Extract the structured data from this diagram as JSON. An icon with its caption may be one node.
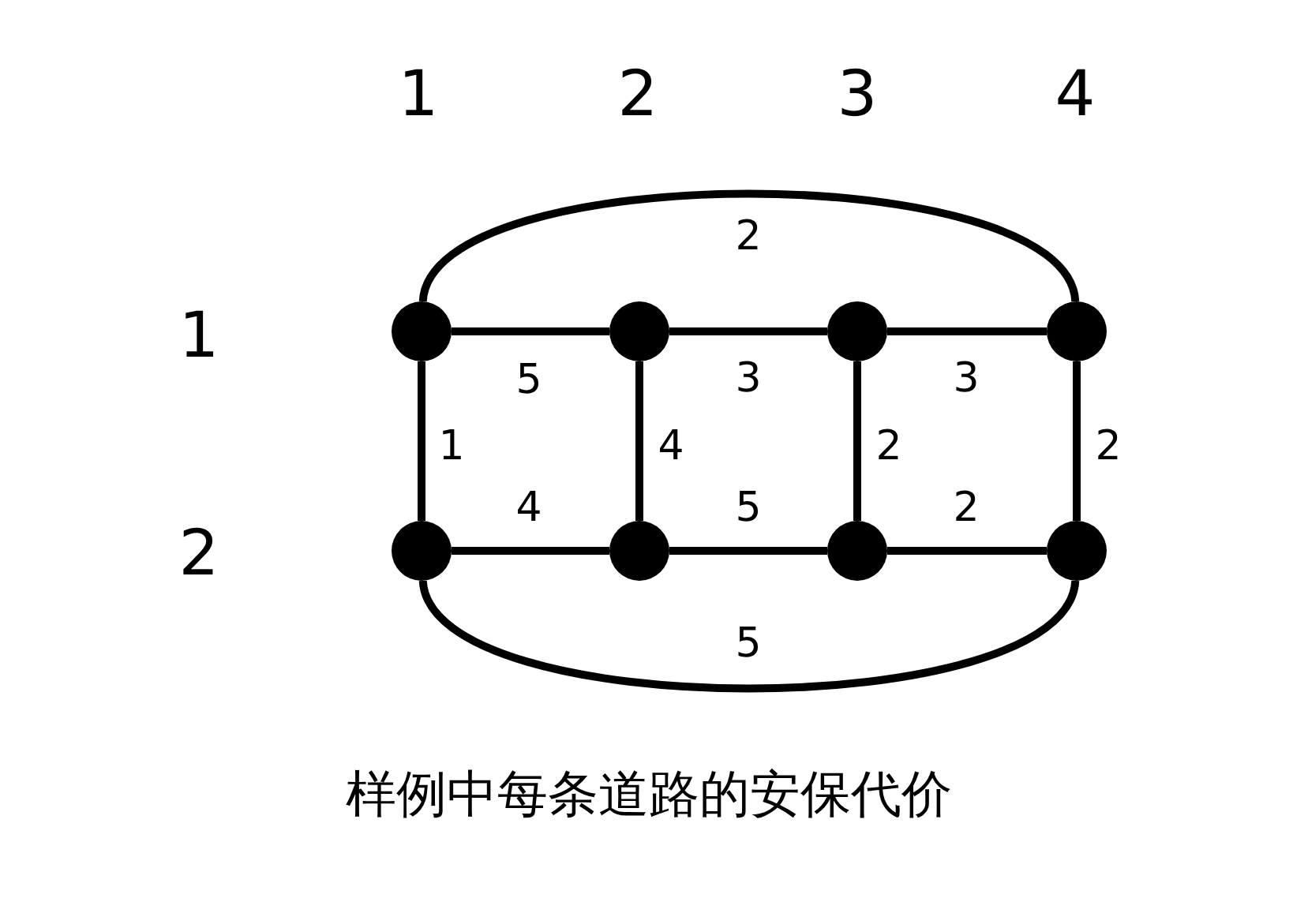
{
  "diagram": {
    "caption": "样例中每条道路的安保代价",
    "nodes": [
      {
        "text": [],
        "shape": "circle"
      },
      {
        "text": [],
        "shape": "circle"
      },
      {
        "text": [],
        "shape": "circle"
      },
      {
        "text": [],
        "shape": "circle"
      },
      {
        "text": [],
        "shape": "circle"
      },
      {
        "text": [],
        "shape": "circle"
      },
      {
        "text": [],
        "shape": "circle"
      },
      {
        "text": [],
        "shape": "circle"
      }
    ],
    "edges": [
      {
        "from": 0,
        "to": 3,
        "arrow": "none",
        "label": "2"
      },
      {
        "from": 0,
        "to": 1,
        "arrow": "none",
        "label": "5"
      },
      {
        "from": 1,
        "to": 2,
        "arrow": "none",
        "label": "3"
      },
      {
        "from": 2,
        "to": 3,
        "arrow": "none",
        "label": "3"
      },
      {
        "from": 0,
        "to": 4,
        "arrow": "none",
        "label": "1"
      },
      {
        "from": 1,
        "to": 5,
        "arrow": "none",
        "label": "4"
      },
      {
        "from": 2,
        "to": 6,
        "arrow": "none",
        "label": "2"
      },
      {
        "from": 3,
        "to": 7,
        "arrow": "none",
        "label": "2"
      },
      {
        "from": 4,
        "to": 5,
        "arrow": "none",
        "label": "4"
      },
      {
        "from": 5,
        "to": 6,
        "arrow": "none",
        "label": "5"
      },
      {
        "from": 6,
        "to": 7,
        "arrow": "none",
        "label": "2"
      },
      {
        "from": 4,
        "to": 7,
        "arrow": "none",
        "label": "5"
      }
    ],
    "labels": [
      "1",
      "2",
      "3",
      "4",
      "1",
      "2"
    ]
  }
}
